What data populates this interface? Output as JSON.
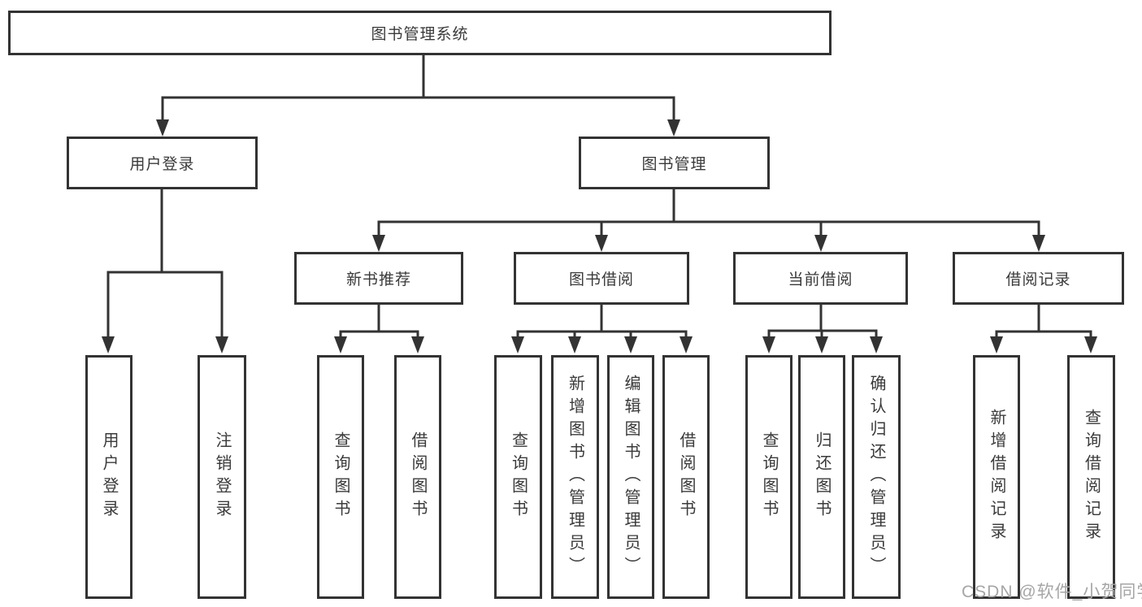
{
  "diagram": {
    "root": {
      "label": "图书管理系统"
    },
    "branches": {
      "user": {
        "label": "用户登录",
        "children": [
          {
            "label": "用户登录"
          },
          {
            "label": "注销登录"
          }
        ]
      },
      "book": {
        "label": "图书管理",
        "children": [
          {
            "label": "新书推荐",
            "children": [
              {
                "label": "查询图书"
              },
              {
                "label": "借阅图书"
              }
            ]
          },
          {
            "label": "图书借阅",
            "children": [
              {
                "label": "查询图书"
              },
              {
                "label": "新增图书（管理员）"
              },
              {
                "label": "编辑图书（管理员）"
              },
              {
                "label": "借阅图书"
              }
            ]
          },
          {
            "label": "当前借阅",
            "children": [
              {
                "label": "查询图书"
              },
              {
                "label": "归还图书"
              },
              {
                "label": "确认归还（管理员）"
              }
            ]
          },
          {
            "label": "借阅记录",
            "children": [
              {
                "label": "新增借阅记录"
              },
              {
                "label": "查询借阅记录"
              }
            ]
          }
        ]
      }
    }
  },
  "watermark": {
    "text": "CSDN @软件_小贺同学"
  },
  "colors": {
    "line": "#333333",
    "text": "#3a3a3a",
    "watermark": "#a6a6a6",
    "background": "#ffffff"
  }
}
